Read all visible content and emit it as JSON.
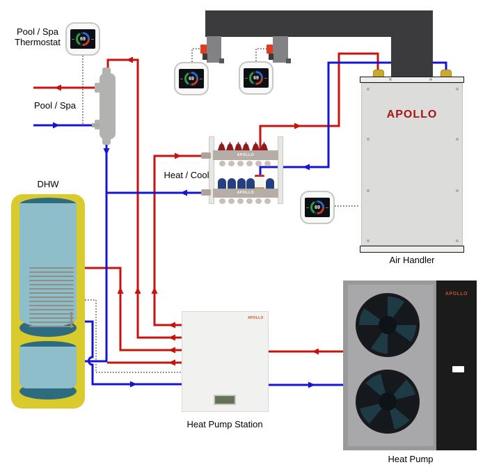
{
  "colors": {
    "hot": "#c9120d",
    "cold": "#1414d2",
    "duct": "#3b3b3d",
    "insul": "#d9ca2e",
    "tankbody": "#8fbecb",
    "tankcap": "#2f6b7e",
    "brandred": "#a31515",
    "brandorange": "#c4541e",
    "screen": "#0c1014"
  },
  "labels": {
    "pool_thermostat_line1": "Pool / Spa",
    "pool_thermostat_line2": "Thermostat",
    "pool_spa": "Pool / Spa",
    "dhw": "DHW",
    "heat_cool": "Heat / Cool",
    "air_handler": "Air Handler",
    "heat_pump_station": "Heat Pump Station",
    "heat_pump": "Heat Pump"
  },
  "brands": {
    "air_handler": "APOLLO",
    "manifold_top": "APOLLO",
    "manifold_bottom": "APOLLO",
    "station": "APOLLO",
    "heat_pump": "APOLLO"
  },
  "thermostats": [
    {
      "temp": "69"
    },
    {
      "temp": "69"
    },
    {
      "temp": "69"
    },
    {
      "temp": "69"
    }
  ]
}
